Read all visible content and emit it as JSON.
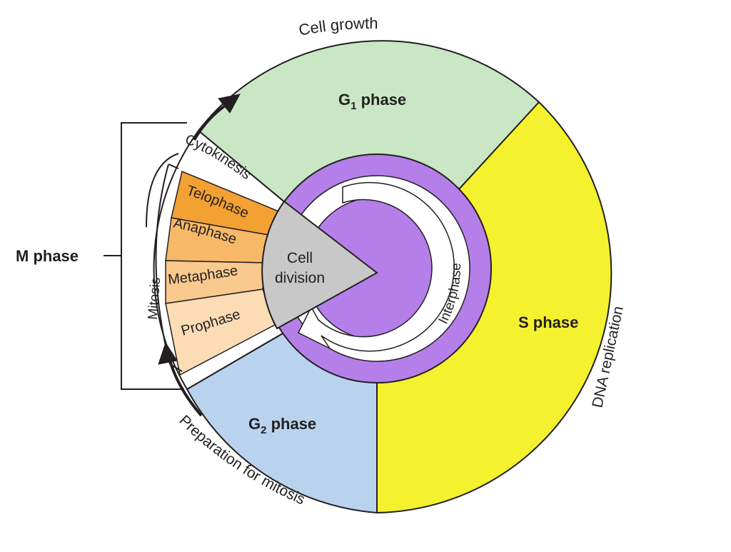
{
  "outer": {
    "cell_growth": "Cell growth",
    "dna_replication": "DNA replication",
    "preparation_for_mitosis": "Preparation for mitosis"
  },
  "phases": {
    "g1": {
      "main": "G",
      "sub": "1",
      "rest": " phase"
    },
    "s": {
      "label": "S phase"
    },
    "g2": {
      "main": "G",
      "sub": "2",
      "rest": " phase"
    }
  },
  "m_phase": {
    "label": "M phase",
    "mitosis": "Mitosis",
    "cytokinesis": "Cytokinesis",
    "stages": {
      "telophase": "Telophase",
      "anaphase": "Anaphase",
      "metaphase": "Metaphase",
      "prophase": "Prophase"
    }
  },
  "center": {
    "cell_division_line1": "Cell",
    "cell_division_line2": "division",
    "interphase": "Interphase"
  },
  "colors": {
    "g1": "#c9e7c4",
    "s": "#f4f12e",
    "g2": "#b9d3ef",
    "telophase": "#f3a133",
    "anaphase": "#f7b868",
    "metaphase": "#f9c98e",
    "prophase": "#fbdcb4",
    "purple": "#b57fe9",
    "cell_division": "#c8c8c8",
    "outline": "#231f20"
  }
}
